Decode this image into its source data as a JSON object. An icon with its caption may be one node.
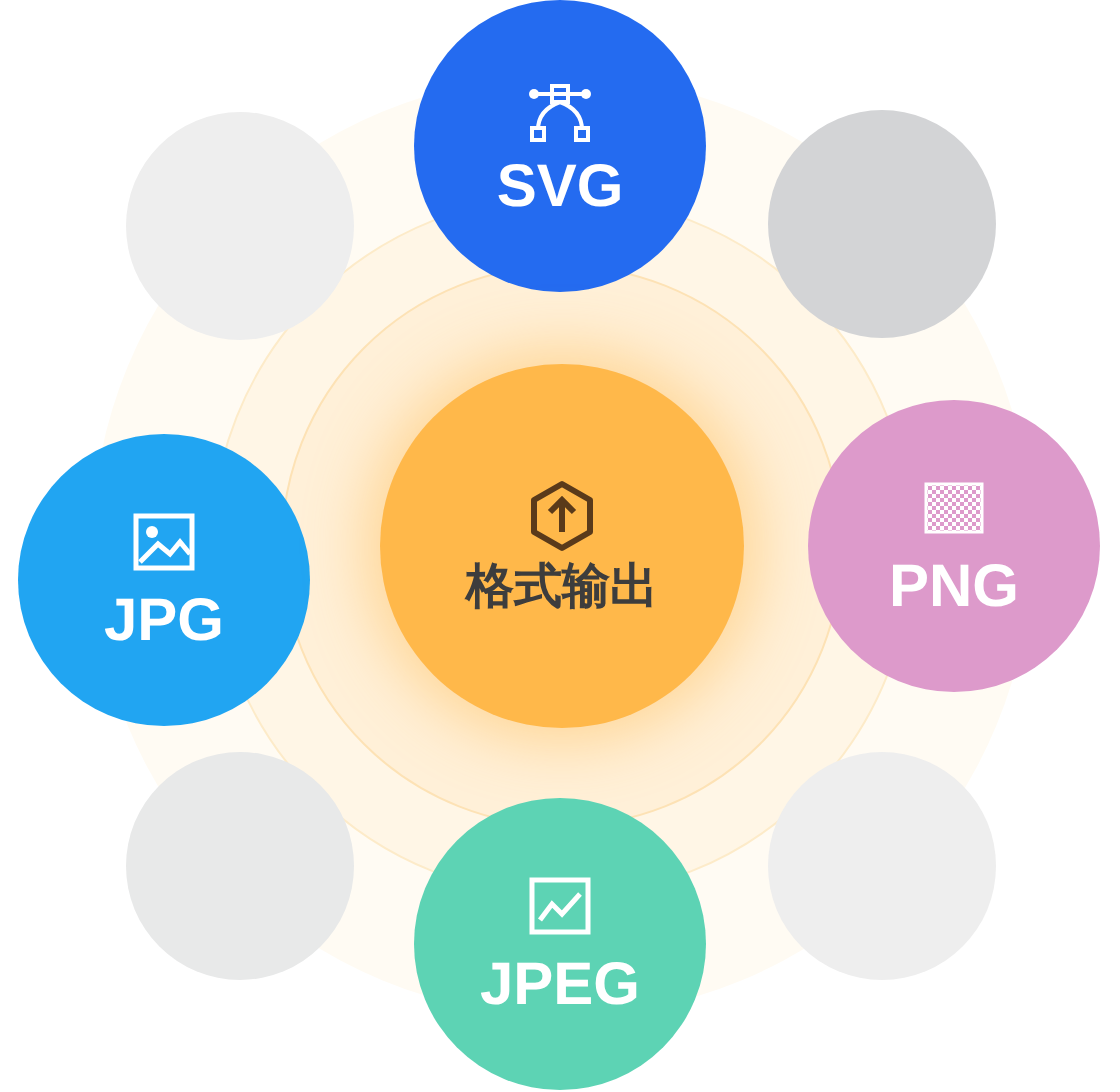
{
  "diagram": {
    "nodes": [
      {
        "text": [],
        "shape": "circle"
      },
      {
        "text": [
          "SVG"
        ]
      },
      {
        "text": [],
        "shape": "circle"
      },
      {
        "text": [
          "JPG"
        ]
      },
      {
        "text": [
          "格式输出"
        ]
      },
      {
        "text": [
          "PNG"
        ]
      },
      {
        "text": [],
        "shape": "circle"
      },
      {
        "text": [
          "JPEG"
        ]
      },
      {
        "text": [],
        "shape": "circle"
      }
    ]
  }
}
